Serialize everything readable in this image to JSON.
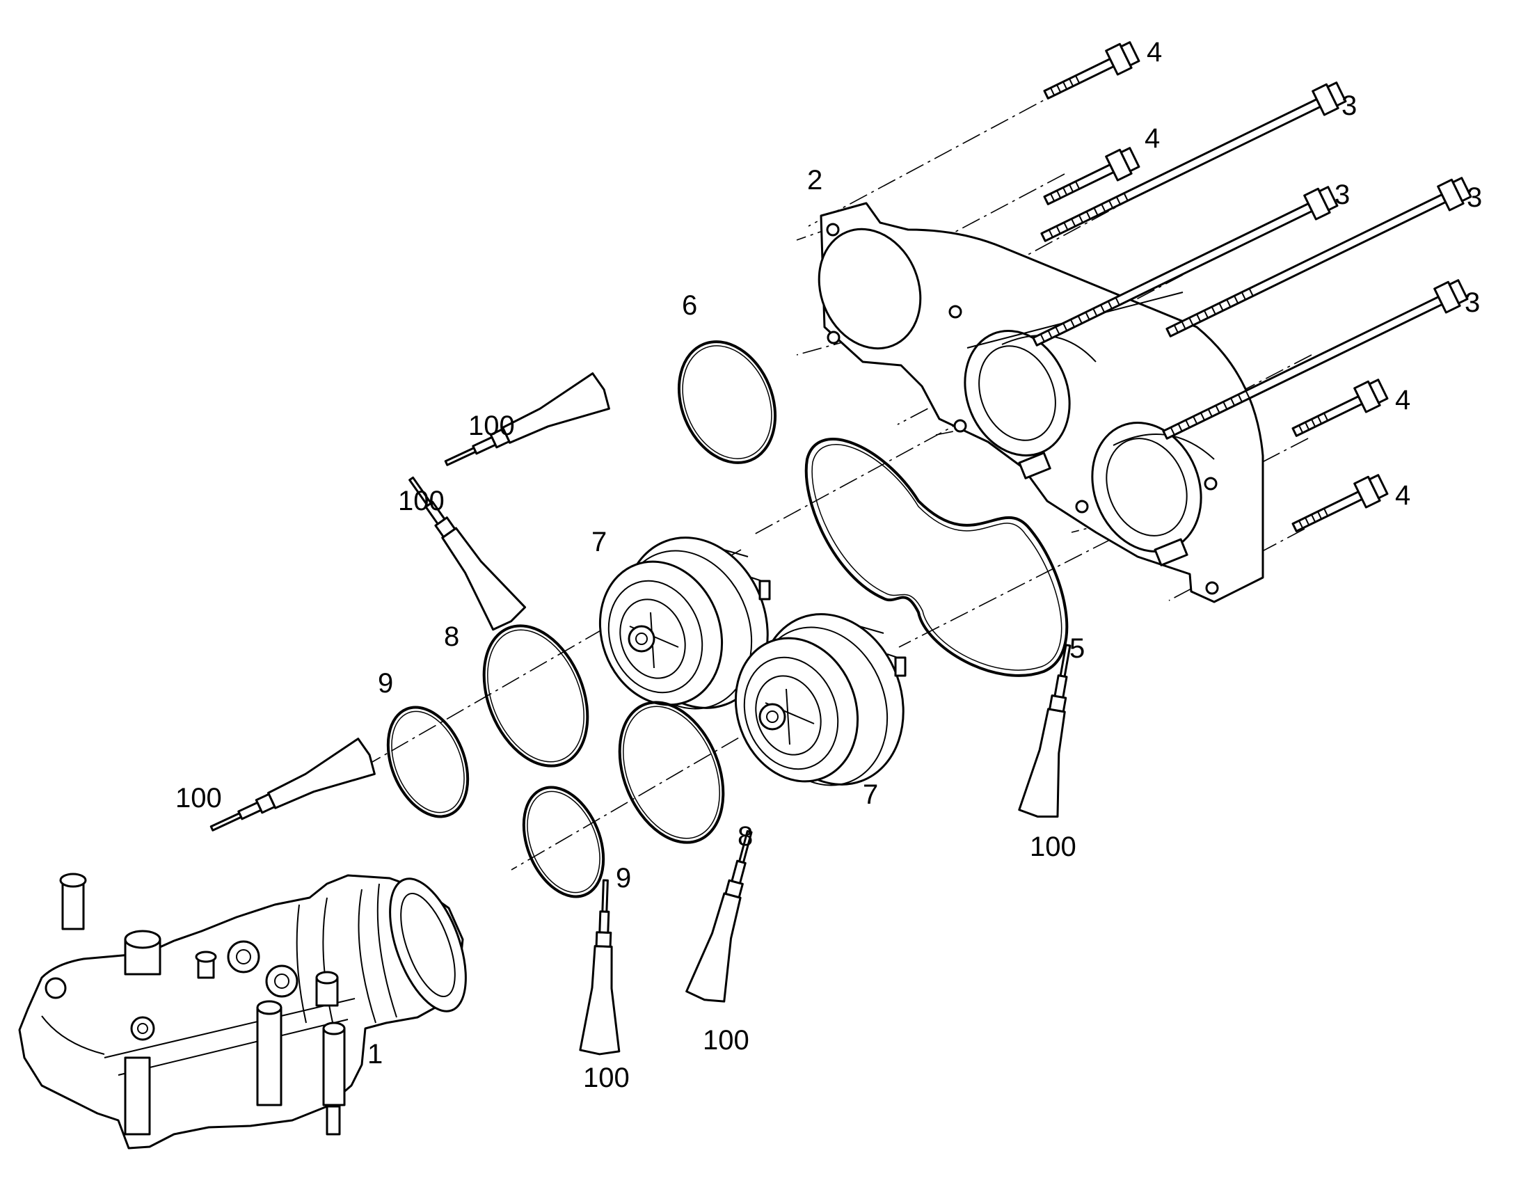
{
  "callouts": {
    "part_1": "1",
    "part_2": "2",
    "part_3": "3",
    "part_4": "4",
    "part_5": "5",
    "part_6": "6",
    "part_7": "7",
    "part_8": "8",
    "part_9": "9",
    "sealant": "100"
  },
  "colors": {
    "line": "#000000",
    "background": "#ffffff"
  }
}
